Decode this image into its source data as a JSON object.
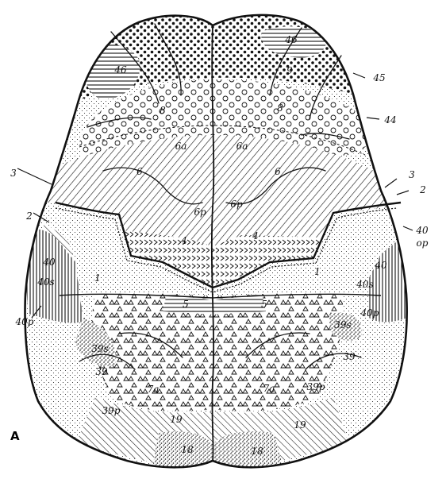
{
  "panel_letter": "A",
  "colors": {
    "ink": "#111111",
    "paper": "#ffffff"
  },
  "labels": {
    "area_46_left": "46",
    "area_46_right": "46",
    "area_45": "45",
    "area_44": "44",
    "area_9": "9",
    "area_8": "8",
    "area_8_left": "8",
    "area_6a_left": "6a",
    "area_6a_right": "6a",
    "area_6_left": "6",
    "area_6_right": "6",
    "area_6p_left": "6p",
    "area_6p_right": "6p",
    "area_4_left": "4",
    "area_4_right": "4",
    "area_3_left": "3",
    "area_3_right": "3",
    "area_2_left": "2",
    "area_2_right": "2",
    "area_40op": "40",
    "area_40op_sub": "op",
    "area_1_left": "1",
    "area_1_right": "1",
    "area_40_left": "40",
    "area_40_right": "40",
    "area_40s_left": "40s",
    "area_40s_right": "40s",
    "area_40p_left": "40p",
    "area_40p_right": "40p",
    "area_5_left": "5",
    "area_5_right": "5",
    "area_39s_left": "39s",
    "area_39s_right": "39s",
    "area_39_left": "39",
    "area_39_right": "39",
    "area_39p_left": "39p",
    "area_39p_right": "39p",
    "area_7a_left": "7a",
    "area_7a_right": "7a",
    "area_19_left": "19",
    "area_19_right": "19",
    "area_18_left": "18",
    "area_18_right": "18"
  }
}
